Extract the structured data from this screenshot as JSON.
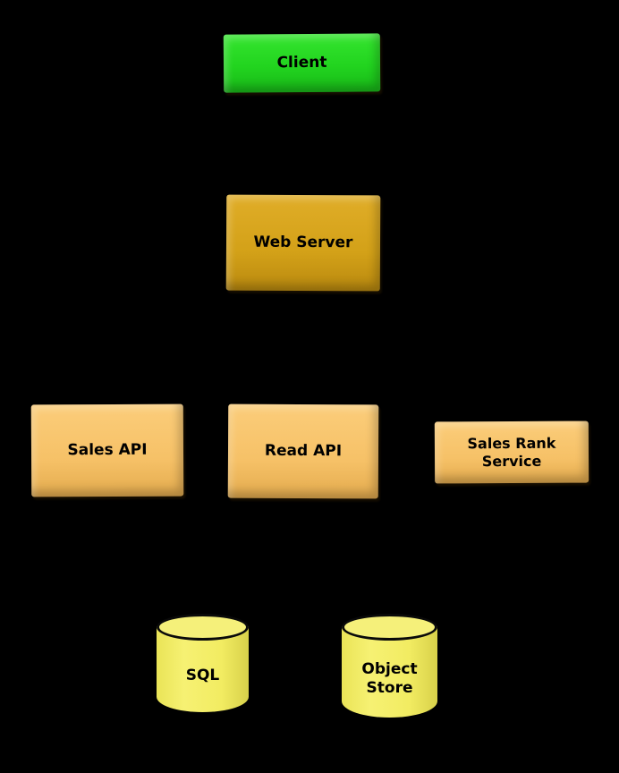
{
  "diagram": {
    "background_color": "#000000",
    "text_color": "#000000",
    "nodes": {
      "client": {
        "label": "Client",
        "shape": "rectangle",
        "fill": "#23d723"
      },
      "web_server": {
        "label": "Web Server",
        "shape": "rectangle",
        "fill": "#d3a118"
      },
      "sales_api": {
        "label": "Sales API",
        "shape": "rectangle",
        "fill": "#f6c167"
      },
      "read_api": {
        "label": "Read API",
        "shape": "rectangle",
        "fill": "#f6c167"
      },
      "sales_rank_service": {
        "label": "Sales Rank Service",
        "shape": "rectangle",
        "fill": "#f6c167"
      },
      "sql": {
        "label": "SQL",
        "shape": "cylinder",
        "fill": "#f2ec62"
      },
      "object_store": {
        "label": "Object Store",
        "shape": "cylinder",
        "fill": "#f2ec62"
      }
    }
  }
}
